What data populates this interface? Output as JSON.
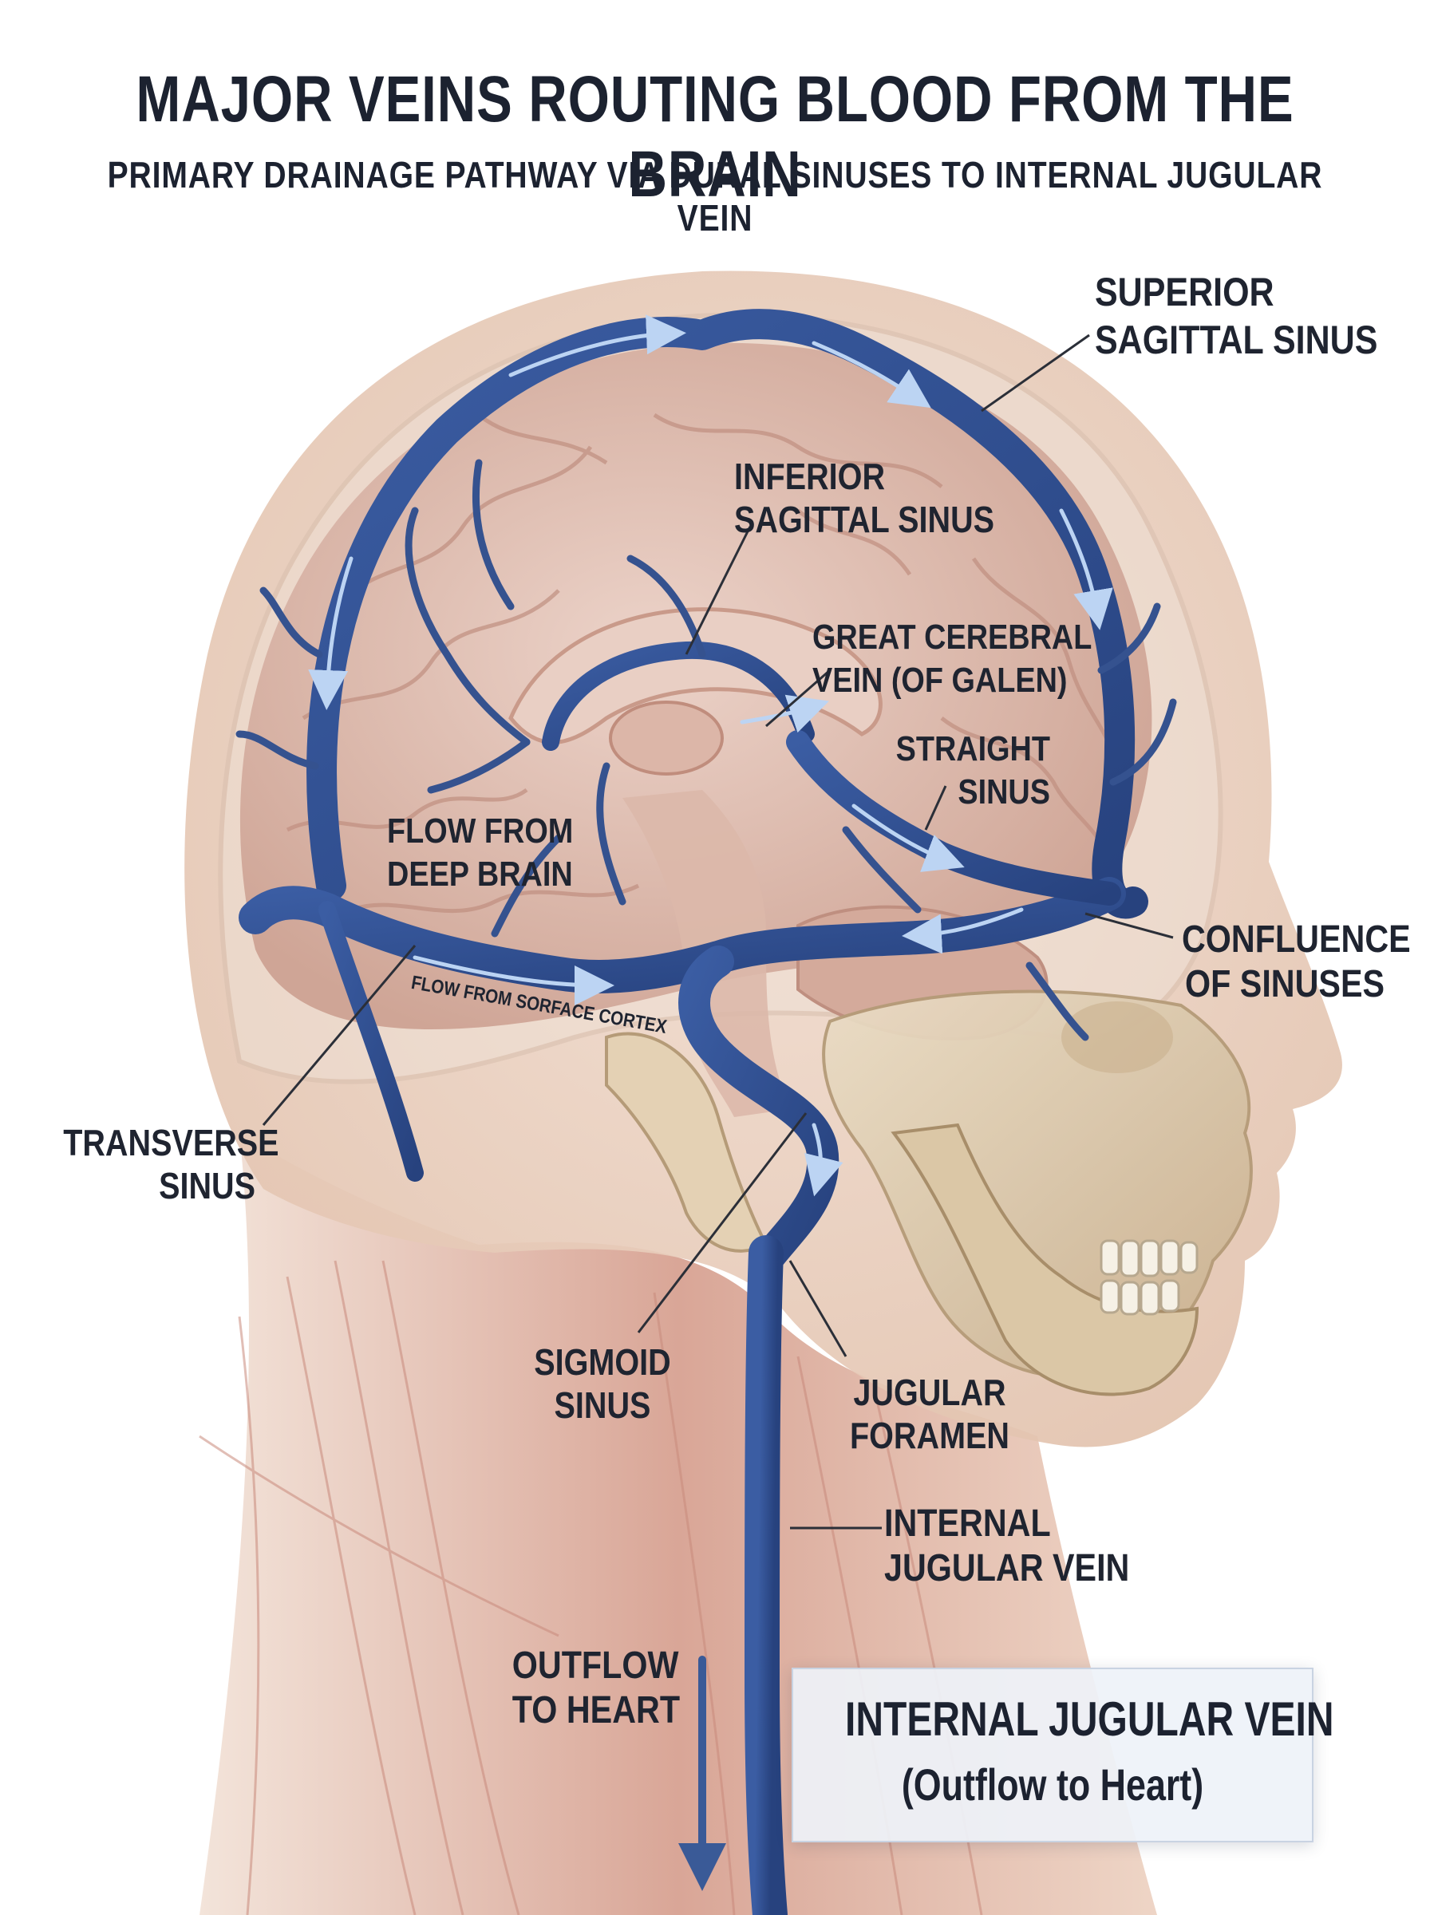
{
  "title": "MAJOR VEINS ROUTING BLOOD FROM THE BRAIN",
  "subtitle": "PRIMARY DRAINAGE PATHWAY VIA DURAL SINUSES TO INTERNAL JUGULAR VEIN",
  "labels": {
    "superior_sagittal_sinus": [
      "SUPERIOR",
      "SAGITTAL SINUS"
    ],
    "inferior_sagittal_sinus": [
      "INFERIOR",
      "SAGITTAL SINUS"
    ],
    "great_cerebral_vein": [
      "GREAT CEREBRAL",
      "VEIN (OF GALEN)"
    ],
    "straight_sinus": [
      "STRAIGHT",
      "SINUS"
    ],
    "flow_deep_brain": [
      "FLOW FROM",
      "DEEP BRAIN"
    ],
    "confluence_of_sinuses": [
      "CONFLUENCE",
      "OF SINUSES"
    ],
    "transverse_sinus": [
      "TRANSVERSE",
      "SINUS"
    ],
    "sigmoid_sinus": [
      "SIGMOID",
      "SINUS"
    ],
    "jugular_foramen": [
      "JUGULAR",
      "FORAMEN"
    ],
    "internal_jugular_vein": [
      "INTERNAL",
      "JUGULAR VEIN"
    ],
    "outflow_to_heart": [
      "OUTFLOW",
      "TO HEART"
    ]
  },
  "flow_surface_cortex": "FLOW FROM SORFACE CORTEX",
  "callout": {
    "title": "INTERNAL JUGULAR VEIN",
    "subtitle": "(Outflow to Heart)"
  },
  "colors": {
    "vein": "#2f4d8f",
    "vein_highlight": "#6f8fcf",
    "flow_arrow": "#a9c6ee",
    "skin": "#e8c9b7",
    "brain": "#e2c0b4",
    "skull": "#d9c7ad",
    "muscle": "#d7a294"
  }
}
